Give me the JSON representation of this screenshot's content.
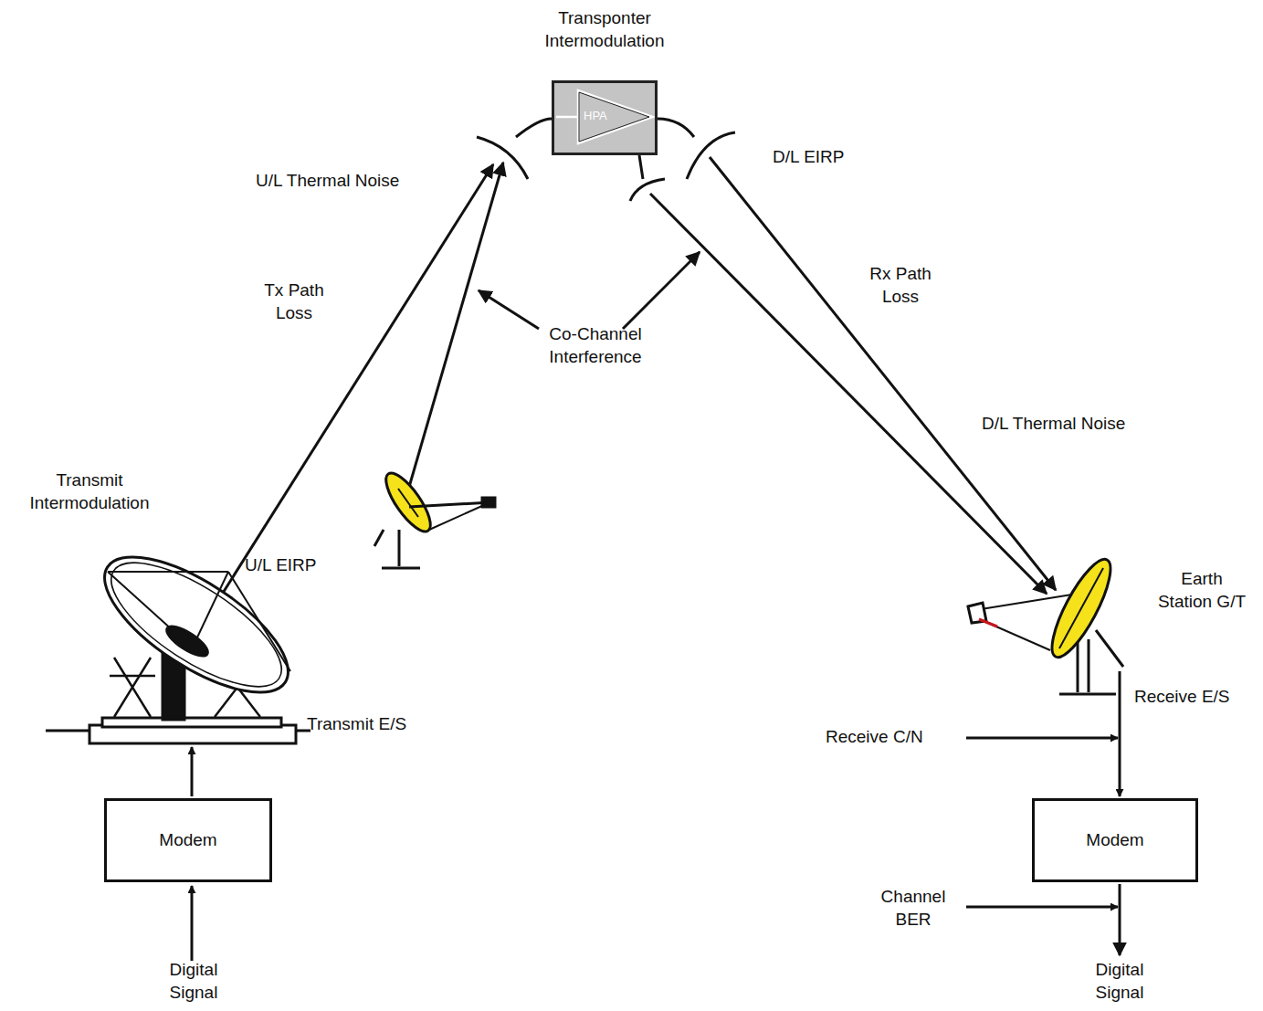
{
  "diagram": {
    "nodes": [
      {
        "text": [
          "Transponter Intermodulation",
          "HPA"
        ]
      },
      {
        "text": [
          "Modem"
        ]
      },
      {
        "text": [
          "Modem"
        ]
      }
    ],
    "labels": [
      "U/L Thermal Noise",
      "Tx Path Loss",
      "Co-Channel Interference",
      "D/L EIRP",
      "Rx Path Loss",
      "D/L Thermal Noise",
      "Transmit Intermodulation",
      "U/L EIRP",
      "Transmit E/S",
      "Earth Station G/T",
      "Receive E/S",
      "Receive C/N",
      "Channel BER",
      "Digital Signal",
      "Digital Signal"
    ]
  }
}
